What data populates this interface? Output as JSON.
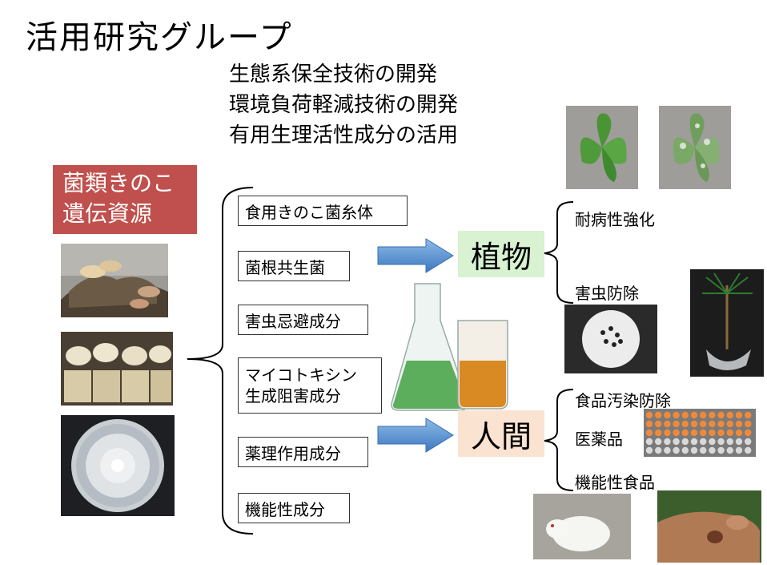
{
  "title": "活用研究グループ",
  "objectives": [
    "生態系保全技術の開発",
    "環境負荷軽減技術の開発",
    "有用生理活性成分の活用"
  ],
  "resource": {
    "line1": "菌類きのこ",
    "line2": "遺伝資源"
  },
  "items": [
    {
      "label": "食用きのこ菌糸体"
    },
    {
      "label": "菌根共生菌"
    },
    {
      "label": "害虫忌避成分"
    },
    {
      "line1": "マイコトキシン",
      "line2": "生成阻害成分"
    },
    {
      "label": "薬理作用成分"
    },
    {
      "label": "機能性成分"
    }
  ],
  "targets": {
    "plant": {
      "label": "植物",
      "bg": "#d8f2d2"
    },
    "human": {
      "label": "人間",
      "bg": "#fbe3d1"
    }
  },
  "plant_outcomes": [
    "耐病性強化",
    "害虫防除"
  ],
  "human_outcomes": [
    "食品汚染防除",
    "医薬品",
    "機能性食品"
  ],
  "colors": {
    "resource_bg": "#c0504d",
    "arrow": "#5b9bd5"
  }
}
